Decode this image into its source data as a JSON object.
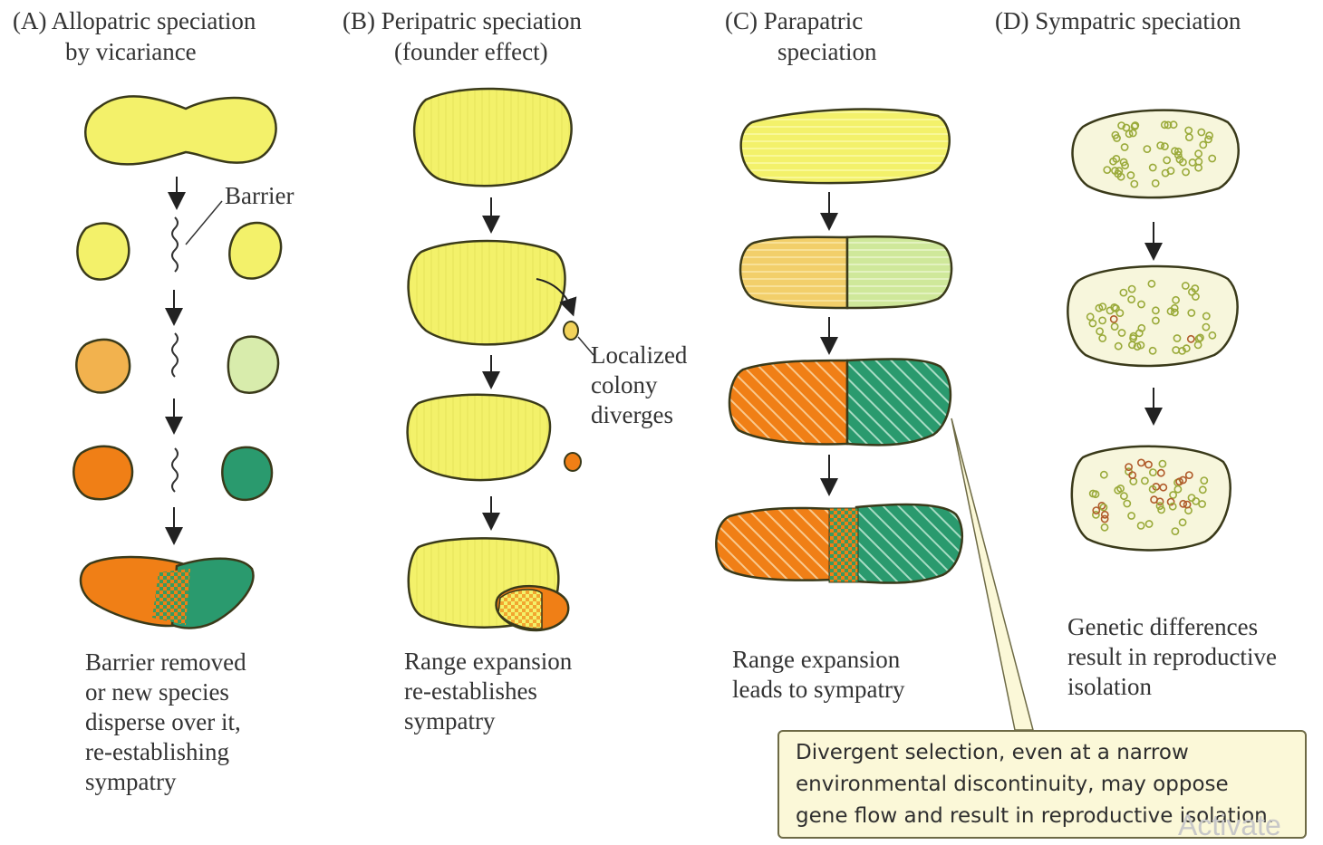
{
  "panels": [
    {
      "id": "A",
      "title_lines": [
        "(A) Allopatric speciation",
        "by vicariance"
      ],
      "caption_lines": [
        "Barrier removed",
        "or new species",
        "disperse over it,",
        "re-establishing",
        "sympatry"
      ]
    },
    {
      "id": "B",
      "title_lines": [
        "(B) Peripatric speciation",
        "(founder effect)"
      ],
      "caption_lines": [
        "Range expansion",
        "re-establishes",
        "sympatry"
      ]
    },
    {
      "id": "C",
      "title_lines": [
        "(C) Parapatric",
        "speciation"
      ],
      "caption_lines": [
        "Range expansion",
        "leads to sympatry"
      ]
    },
    {
      "id": "D",
      "title_lines": [
        "(D) Sympatric speciation"
      ],
      "caption_lines": [
        "Genetic differences",
        "result in reproductive",
        "isolation"
      ]
    }
  ],
  "labels": {
    "barrier": "Barrier",
    "localized_colony_lines": [
      "Localized",
      "colony",
      "diverges"
    ]
  },
  "callout": {
    "lines": [
      "Divergent selection, even at a narrow",
      "environmental discontinuity, may oppose",
      "gene flow and result in reproductive isolation."
    ]
  },
  "watermark": "Activate",
  "colors": {
    "yellow": "#f3f16a",
    "light_orange": "#f2b24e",
    "orange": "#f07f16",
    "light_green": "#d8ecac",
    "dark_green": "#2a9a6e",
    "outline": "#3a3a1a",
    "speckled_background": "#f7f6dc",
    "dot_green": "#9aaa3a",
    "dot_brown": "#b05a2a",
    "callout_fill": "#fbf8d8"
  }
}
